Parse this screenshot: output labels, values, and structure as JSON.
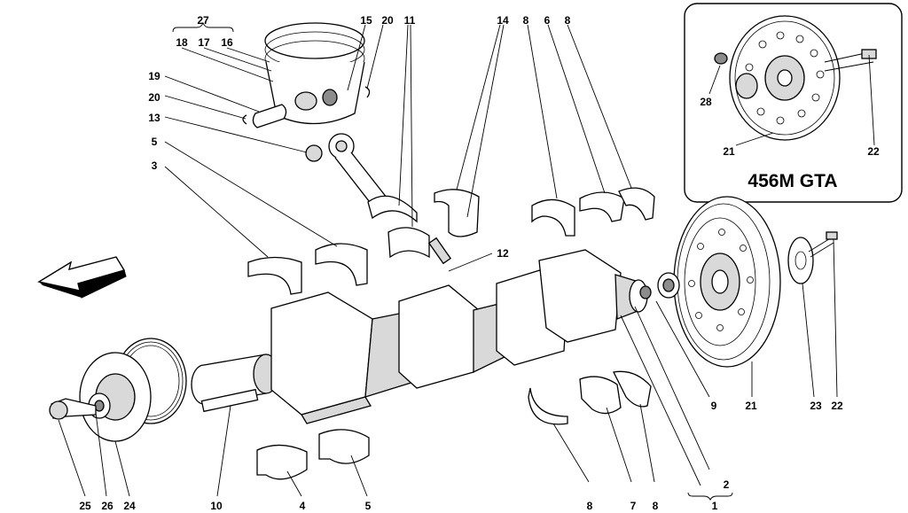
{
  "inset": {
    "title": "456M GTA"
  },
  "callouts": {
    "c27": "27",
    "c18": "18",
    "c17": "17",
    "c16": "16",
    "c15": "15",
    "c20a": "20",
    "c11": "11",
    "c14": "14",
    "c8a": "8",
    "c6": "6",
    "c8b": "8",
    "c19": "19",
    "c20b": "20",
    "c13": "13",
    "c5a": "5",
    "c3": "3",
    "c12": "12",
    "c28": "28",
    "c21a": "21",
    "c22a": "22",
    "c9": "9",
    "c21b": "21",
    "c23": "23",
    "c22b": "22",
    "c25": "25",
    "c26": "26",
    "c24": "24",
    "c10": "10",
    "c4": "4",
    "c5b": "5",
    "c8c": "8",
    "c7": "7",
    "c8d": "8",
    "c2": "2",
    "c1": "1"
  }
}
